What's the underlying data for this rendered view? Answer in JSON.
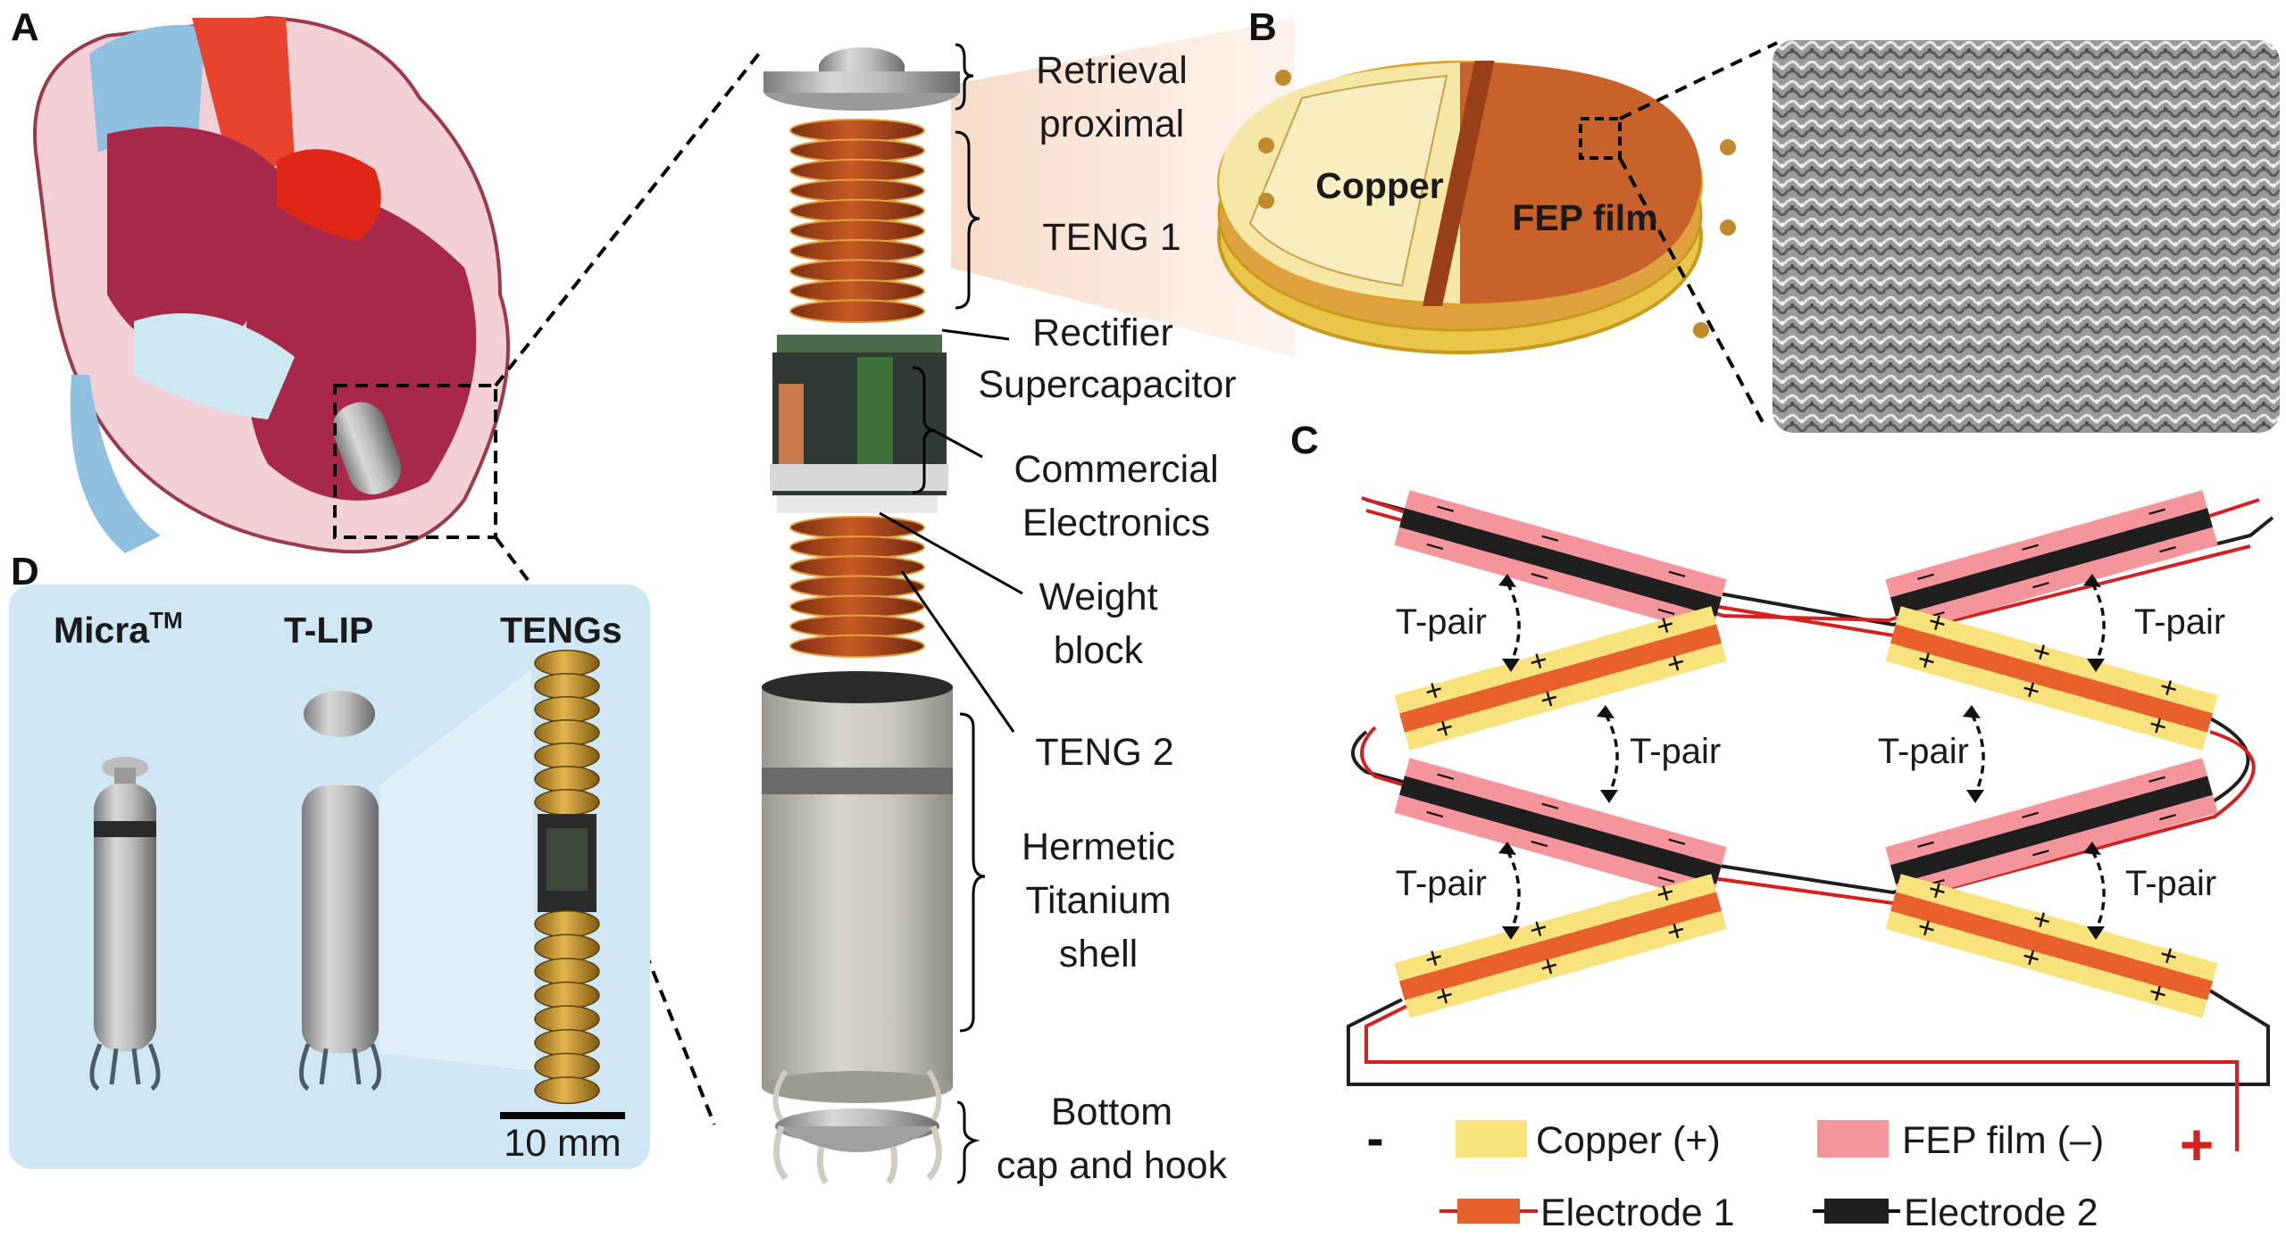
{
  "panels": {
    "a": "A",
    "b": "B",
    "c": "C",
    "d": "D"
  },
  "panel_a": {
    "stack_labels": [
      {
        "lines": [
          "Retrieval",
          "proximal"
        ]
      },
      {
        "lines": [
          "TENG 1"
        ]
      },
      {
        "lines": [
          "Rectifier"
        ]
      },
      {
        "lines": [
          "Supercapacitor"
        ]
      },
      {
        "lines": [
          "Commercial",
          "Electronics"
        ]
      },
      {
        "lines": [
          "Weight",
          "block"
        ]
      },
      {
        "lines": [
          "TENG 2"
        ]
      },
      {
        "lines": [
          "Hermetic",
          "Titanium",
          "shell"
        ]
      },
      {
        "lines": [
          "Bottom",
          "cap and hook"
        ]
      }
    ]
  },
  "panel_b": {
    "copper_label": "Copper",
    "fep_label": "FEP film"
  },
  "panel_c": {
    "pair_label": "T-pair",
    "positive_sign": "+",
    "negative_sign": "–",
    "terminal_negative": "-",
    "terminal_positive": "+",
    "legend": {
      "copper": "Copper (+)",
      "fep": "FEP film (–)",
      "electrode1": "Electrode 1",
      "electrode2": "Electrode 2"
    }
  },
  "panel_d": {
    "devices": [
      "Micra",
      "T-LIP",
      "TENGs"
    ],
    "micra_superscript": "TM",
    "scale_bar": "10 mm"
  },
  "colors": {
    "copper": "#f7e27c",
    "fep": "#f4959c",
    "electrode1": "#e8602c",
    "electrode2": "#1f1f1f",
    "wire_red": "#d62020",
    "teng_coil": "#b5491e",
    "panel_d_bg": "#cfe6f5"
  }
}
